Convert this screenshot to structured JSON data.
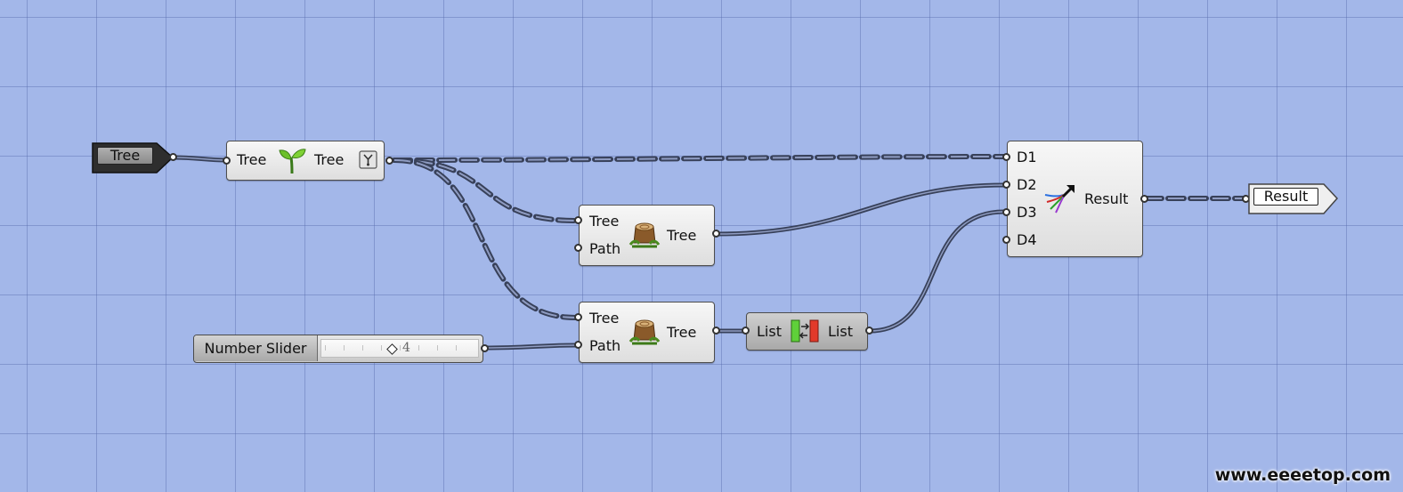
{
  "canvas": {
    "watermark": "www.eeeetop.com"
  },
  "nodes": {
    "tree_input": {
      "label": "Tree"
    },
    "graft": {
      "input": "Tree",
      "output": "Tree",
      "icon": "sprout-icon",
      "flag_icon": "graft-flag-icon"
    },
    "prune_top": {
      "input_tree": "Tree",
      "input_path": "Path",
      "output": "Tree",
      "icon": "tree-stump-icon"
    },
    "prune_bottom": {
      "input_tree": "Tree",
      "input_path": "Path",
      "output": "Tree",
      "icon": "tree-stump-icon"
    },
    "slider": {
      "name": "Number Slider",
      "value": "4"
    },
    "reverse_list": {
      "input": "List",
      "output": "List",
      "icon": "reverse-list-icon"
    },
    "entwine": {
      "inputs": [
        "D1",
        "D2",
        "D3",
        "D4"
      ],
      "output": "Result",
      "icon": "entwine-arrows-icon"
    },
    "result_output": {
      "label": "Result"
    }
  }
}
